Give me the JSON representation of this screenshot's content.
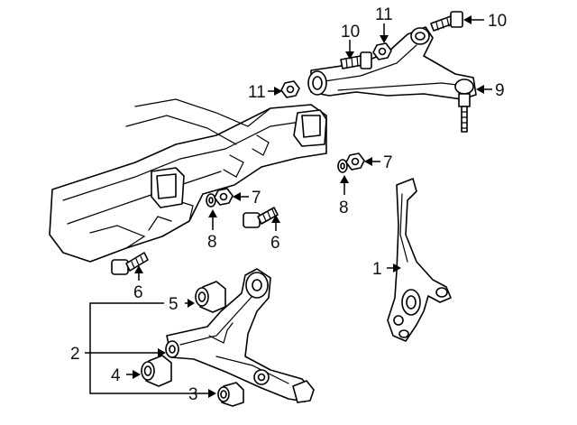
{
  "callouts": {
    "c1": "1",
    "c2": "2",
    "c3": "3",
    "c4": "4",
    "c5": "5",
    "c6a": "6",
    "c6b": "6",
    "c7a": "7",
    "c7b": "7",
    "c8a": "8",
    "c8b": "8",
    "c9": "9",
    "c10a": "10",
    "c10b": "10",
    "c11a": "11",
    "c11b": "11"
  }
}
